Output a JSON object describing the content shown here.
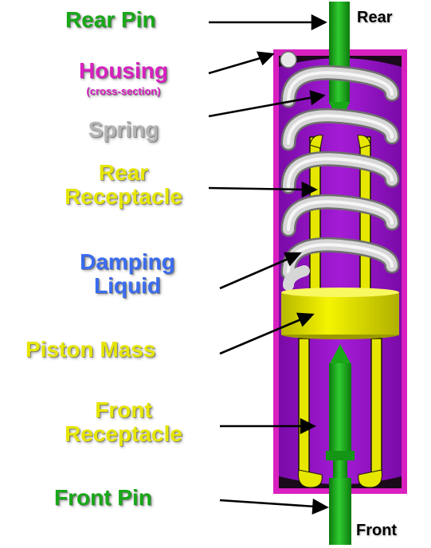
{
  "labels": {
    "rear_pin": "Rear Pin",
    "housing": "Housing",
    "housing_note": "(cross-section)",
    "spring": "Spring",
    "rear_receptacle": [
      "Rear",
      "Receptacle"
    ],
    "damping_liquid": [
      "Damping",
      "Liquid"
    ],
    "piston_mass": "Piston Mass",
    "front_receptacle": [
      "Front",
      "Receptacle"
    ],
    "front_pin": "Front Pin",
    "rear": "Rear",
    "front": "Front"
  },
  "colors": {
    "pin_green": "#18a818",
    "housing_magenta": "#d820c0",
    "liquid_purple": "#9414c8",
    "spring_grey": "#b8b8b8",
    "receptacle_yellow": "#e6e600",
    "liquid_blue": "#3a6cf0",
    "text_black": "#000000"
  }
}
